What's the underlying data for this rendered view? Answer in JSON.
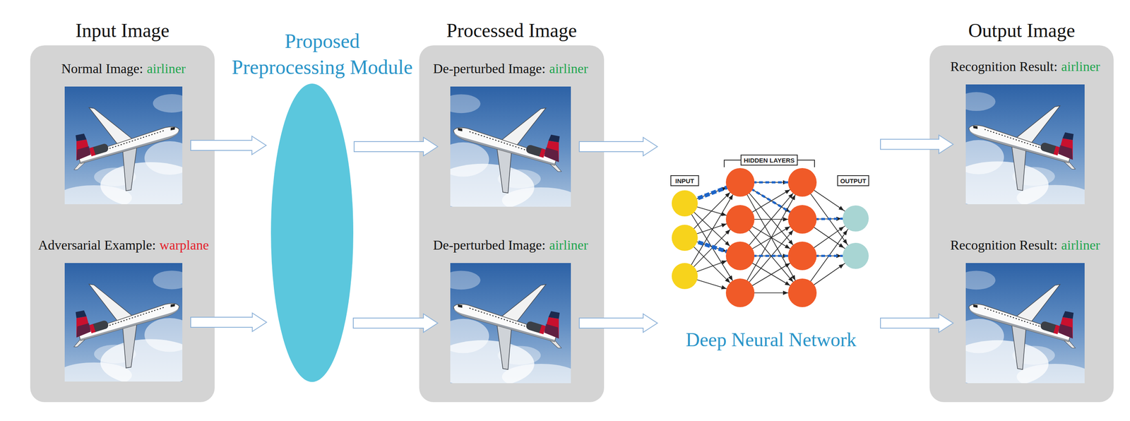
{
  "diagram": {
    "nodes": [
      {
        "text": [
          "Input Image"
        ]
      },
      {
        "text": [
          "Normal Image:",
          "airliner"
        ],
        "in": 0
      },
      {
        "text": [
          "Adversarial Example:",
          "warplane"
        ],
        "in": 0
      },
      {
        "text": [
          "Proposed Preprocessing Module"
        ]
      },
      {
        "text": [
          "Processed Image"
        ]
      },
      {
        "text": [
          "De-perturbed Image:",
          "airliner"
        ],
        "in": 4
      },
      {
        "text": [
          "De-perturbed Image:",
          "airliner"
        ],
        "in": 4
      },
      {
        "text": [
          "Deep Neural Network"
        ]
      },
      {
        "text": [
          "Output Image"
        ]
      },
      {
        "text": [
          "Recognition Result:",
          "airliner"
        ],
        "in": 8
      },
      {
        "text": [
          "Recognition Result:",
          "airliner"
        ],
        "in": 8
      }
    ],
    "edges": [
      {
        "from": 1,
        "to": 3,
        "arrow": "to"
      },
      {
        "from": 2,
        "to": 3,
        "arrow": "to"
      },
      {
        "from": 3,
        "to": 5,
        "arrow": "to"
      },
      {
        "from": 3,
        "to": 6,
        "arrow": "to"
      },
      {
        "from": 5,
        "to": 7,
        "arrow": "to"
      },
      {
        "from": 6,
        "to": 7,
        "arrow": "to"
      },
      {
        "from": 7,
        "to": 9,
        "arrow": "to"
      },
      {
        "from": 7,
        "to": 10,
        "arrow": "to"
      }
    ],
    "labels": [
      "INPUT",
      "HIDDEN LAYERS",
      "OUTPUT"
    ]
  }
}
